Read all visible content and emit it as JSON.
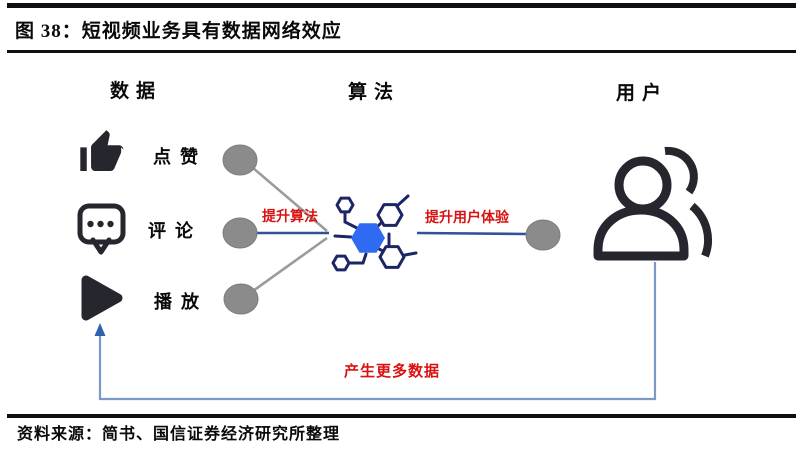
{
  "figure": {
    "title": "图 38：短视频业务具有数据网络效应",
    "source": "资料来源：简书、国信证券经济研究所整理"
  },
  "columns": {
    "data": "数据",
    "algorithm": "算法",
    "user": "用户"
  },
  "data_items": [
    {
      "label": "点赞",
      "icon": "thumbs-up-icon"
    },
    {
      "label": "评论",
      "icon": "comment-icon"
    },
    {
      "label": "播放",
      "icon": "play-icon"
    }
  ],
  "center_icon": "algorithm-molecule-icon",
  "right_icon": "users-icon",
  "flow_annotations": {
    "to_algorithm": "提升算法",
    "to_user": "提升用户体验",
    "feedback": "产生更多数据"
  },
  "colors": {
    "accent_red": "#d91111",
    "line_navy": "#2f5496",
    "loop_blue": "#7b98c9",
    "loop_arrow": "#2e62b0",
    "node_gray": "#8b8b8b",
    "icon_dark": "#26262e",
    "molecule_navy": "#1c2566",
    "molecule_blue": "#2f6bf2",
    "bar_dark": "#0e0e14"
  }
}
